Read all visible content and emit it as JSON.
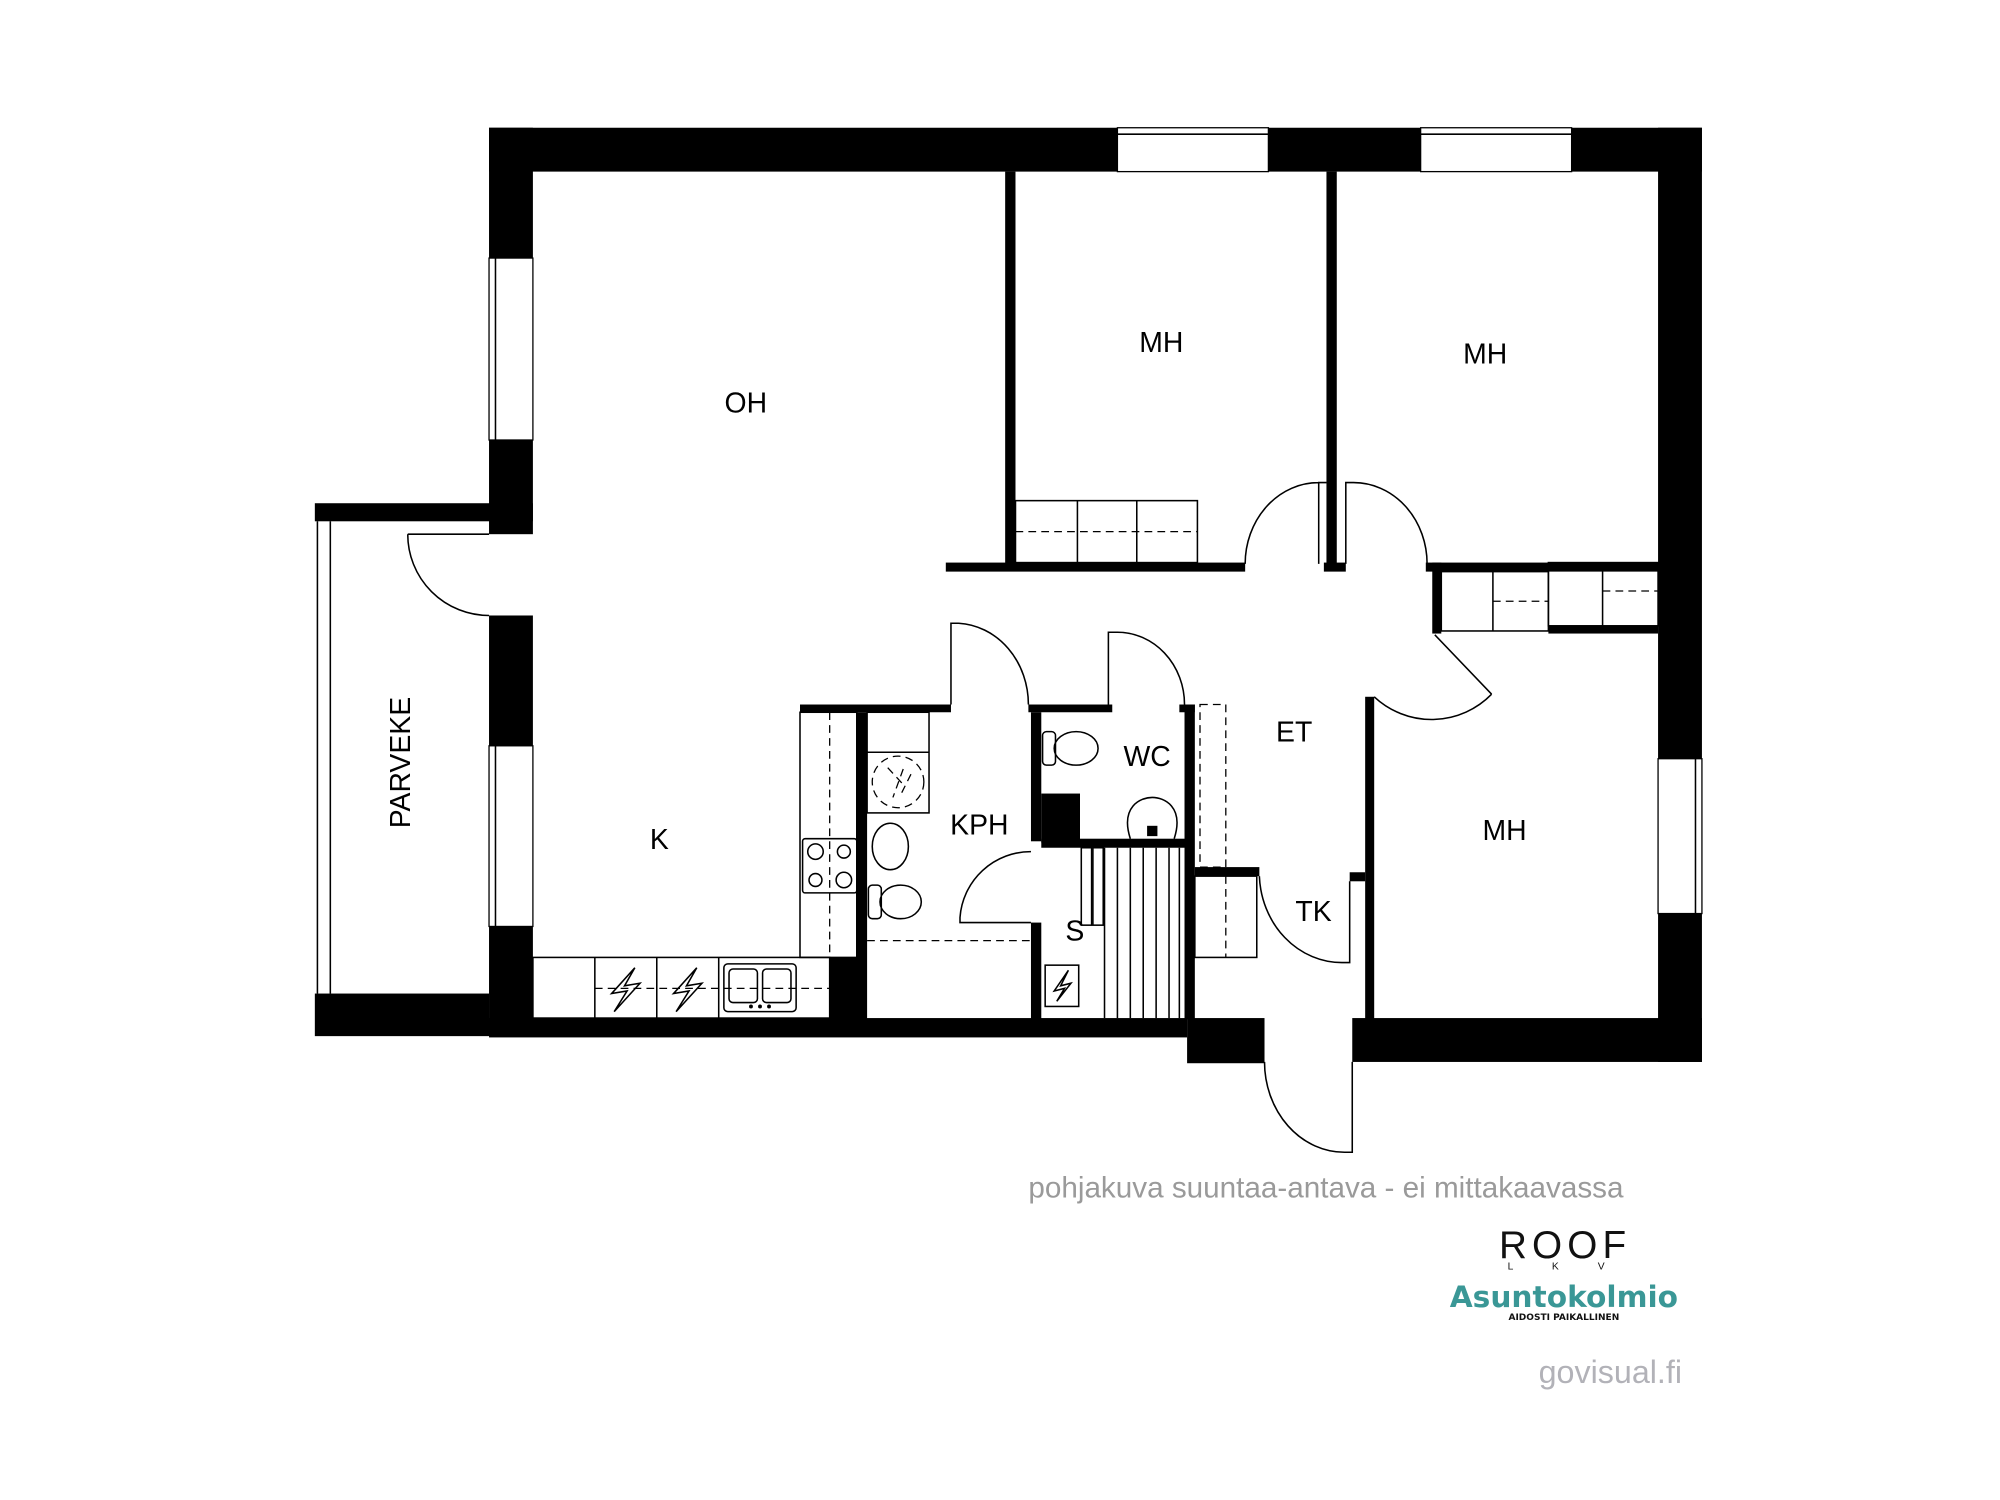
{
  "rooms": {
    "oh": "OH",
    "mh1": "MH",
    "mh2": "MH",
    "mh3": "MH",
    "et": "ET",
    "wc": "WC",
    "kph": "KPH",
    "k": "K",
    "s": "S",
    "tk": "TK",
    "parveke": "PARVEKE"
  },
  "footer": {
    "disclaimer": "pohjakuva suuntaa-antava - ei mittakaavassa",
    "roof_logo": "ROOF",
    "roof_sub": "L K V",
    "asuntokolmio_logo": "Asuntokolmio",
    "asuntokolmio_tagline": "AIDOSTI PAIKALLINEN",
    "website": "govisual.fi"
  },
  "colors": {
    "wall": "#000000",
    "brand_teal": "#3a9796",
    "footer_grey": "#9a9a9a"
  }
}
